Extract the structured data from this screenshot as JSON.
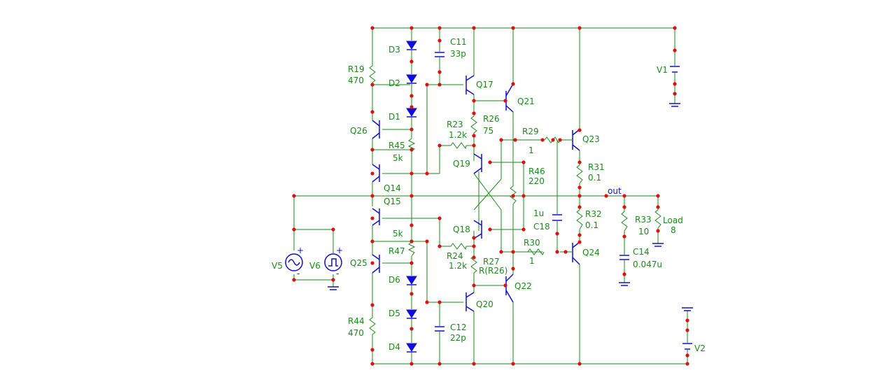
{
  "labels": {
    "D3": "D3",
    "D2": "D2",
    "D1": "D1",
    "D6": "D6",
    "D5": "D5",
    "D4": "D4",
    "R19": "R19",
    "R19v": "470",
    "R44": "R44",
    "R44v": "470",
    "C11": "C11",
    "C11v": "33p",
    "C12": "C12",
    "C12v": "22p",
    "Q17": "Q17",
    "Q21": "Q21",
    "Q26": "Q26",
    "Q14": "Q14",
    "Q15": "Q15",
    "Q25": "Q25",
    "Q18": "Q18",
    "Q19": "Q19",
    "Q20": "Q20",
    "Q22": "Q22",
    "Q23": "Q23",
    "Q24": "Q24",
    "R23": "R23",
    "R23v": "1.2k",
    "R26": "R26",
    "R26v": "75",
    "R45": "R45",
    "R45v": "5k",
    "R47": "R47",
    "R47v": "5k",
    "R24": "R24",
    "R24v": "1.2k",
    "R27": "R27",
    "R27v": "R(R26)",
    "R29": "R29",
    "R29v": "1",
    "R30": "R30",
    "R30v": "1",
    "R46": "R46",
    "R46v": "220",
    "R31": "R31",
    "R31v": "0.1",
    "R32": "R32",
    "R32v": "0.1",
    "R33": "R33",
    "R33v": "10",
    "Load": "Load",
    "Loadv": "8",
    "C18": "C18",
    "C18v": "1u",
    "C14": "C14",
    "C14v": "0.047u",
    "V1": "V1",
    "V2": "V2",
    "V5": "V5",
    "V6": "V6",
    "out": "out"
  }
}
